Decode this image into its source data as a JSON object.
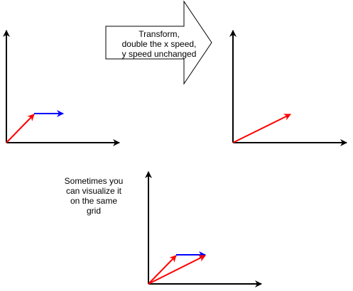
{
  "transform_label": {
    "lines": [
      "Transform,",
      "double the x speed,",
      "y speed unchanged"
    ]
  },
  "note_label": {
    "lines": [
      "Sometimes you",
      "can visualize it",
      "on the same",
      "grid"
    ]
  },
  "colors": {
    "axis": "#000000",
    "original_vector": "#ff0000",
    "x_component": "#0000ff",
    "transformed_vector": "#ff0000",
    "arrow_fill": "#ffffff",
    "arrow_stroke": "#000000"
  },
  "icons": {
    "axes": "axes-icon",
    "arrow": "block-arrow-icon"
  }
}
